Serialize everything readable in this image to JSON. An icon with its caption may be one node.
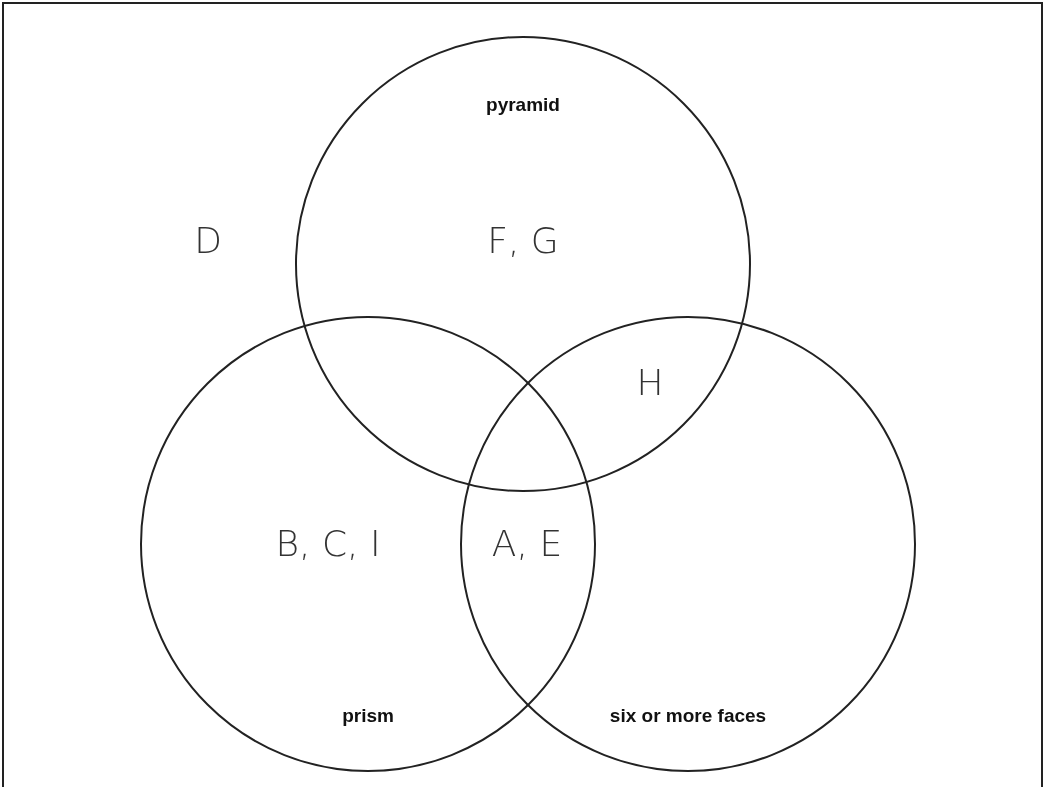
{
  "diagram": {
    "nodes": [
      {
        "text": [
          "pyramid"
        ]
      },
      {
        "text": [
          "prism"
        ]
      },
      {
        "text": [
          "six or more faces"
        ]
      }
    ],
    "labels": [
      "D",
      "F, G",
      "H",
      "B, C, I",
      "A, E"
    ]
  }
}
